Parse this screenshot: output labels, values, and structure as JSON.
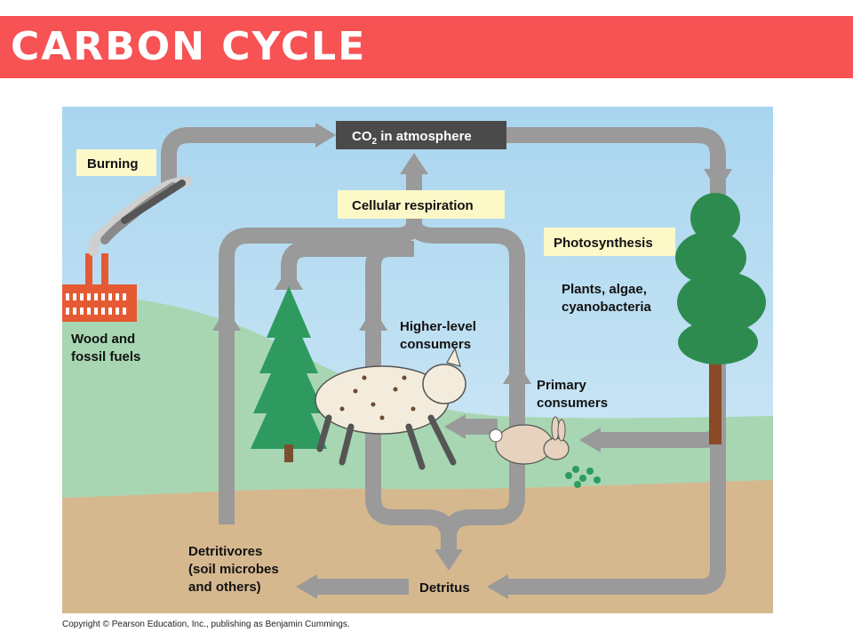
{
  "slide": {
    "title": "CARBON CYCLE",
    "title_bg": "#f75254"
  },
  "diagram": {
    "co2_label": "CO",
    "co2_sub": "2",
    "co2_label_rest": " in atmosphere",
    "burning": "Burning",
    "cellular_respiration": "Cellular respiration",
    "photosynthesis": "Photosynthesis",
    "wood_fossil": [
      "Wood and",
      "fossil fuels"
    ],
    "plants": [
      "Plants, algae,",
      "cyanobacteria"
    ],
    "higher_consumers": [
      "Higher-level",
      "consumers"
    ],
    "primary_consumers": [
      "Primary",
      "consumers"
    ],
    "detritivores": [
      "Detritivores",
      "(soil microbes",
      "and others)"
    ],
    "detritus": "Detritus",
    "colors": {
      "sky": "#bfe0f2",
      "grass": "#a8d6b3",
      "soil": "#d6b88f",
      "arrow": "#9a9a9a",
      "label_box": "#fdf8c8",
      "co2_box": "#4a4a4a",
      "factory": "#e55a33",
      "tree_green": "#2e8b4f"
    }
  },
  "footer": {
    "copyright": "Copyright © Pearson Education, Inc., publishing as Benjamin Cummings."
  }
}
